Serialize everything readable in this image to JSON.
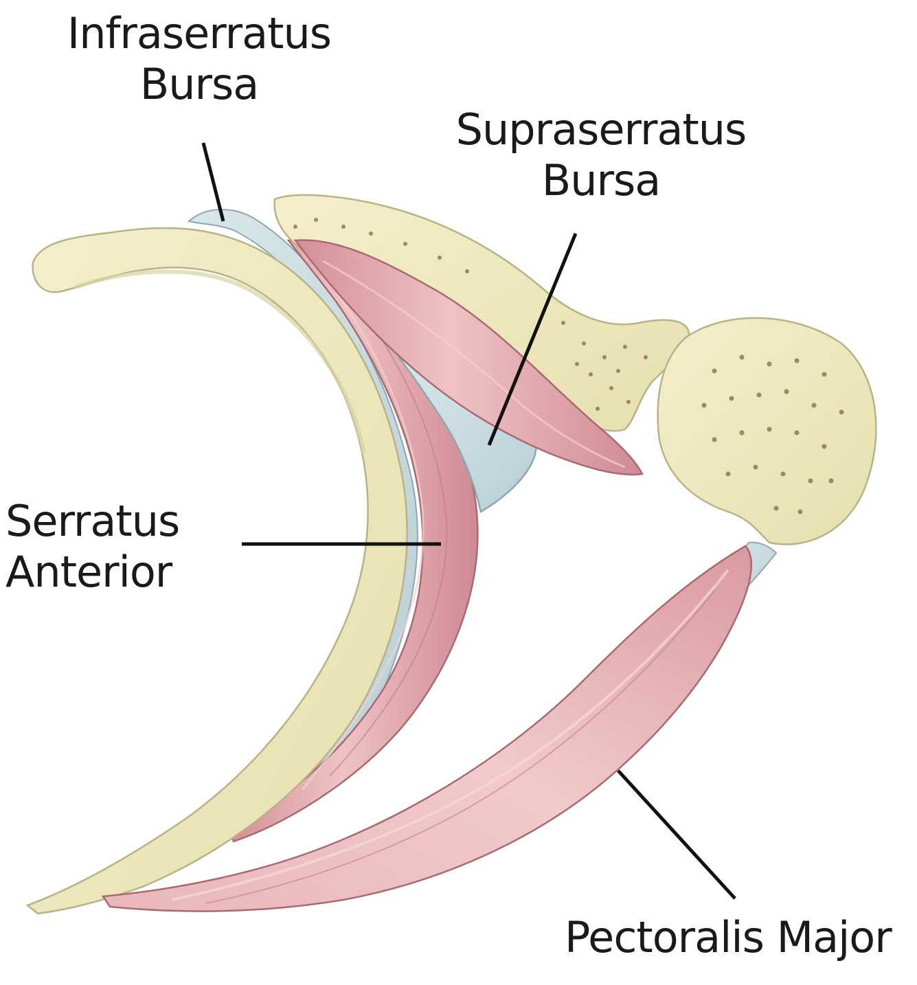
{
  "labels": {
    "infraserratus_bursa": {
      "line1": "Infraserratus",
      "line2": "Bursa"
    },
    "supraserratus_bursa": {
      "line1": "Supraserratus",
      "line2": "Bursa"
    },
    "serratus_anterior": {
      "line1": "Serratus",
      "line2": "Anterior"
    },
    "pectoralis_major": {
      "line1": "Pectoralis Major"
    }
  },
  "colors": {
    "bone": "#efe9bd",
    "bone_outline": "#b9b187",
    "bone_dots": "#7b6f3a",
    "muscle": "#dfa5aa",
    "muscle_dark": "#c98790",
    "muscle_outline": "#a86a70",
    "bursa": "#c9dbe0",
    "bursa_outline": "#8fa8b0",
    "leader_line": "#111111",
    "label_text": "#1a1a1a"
  }
}
